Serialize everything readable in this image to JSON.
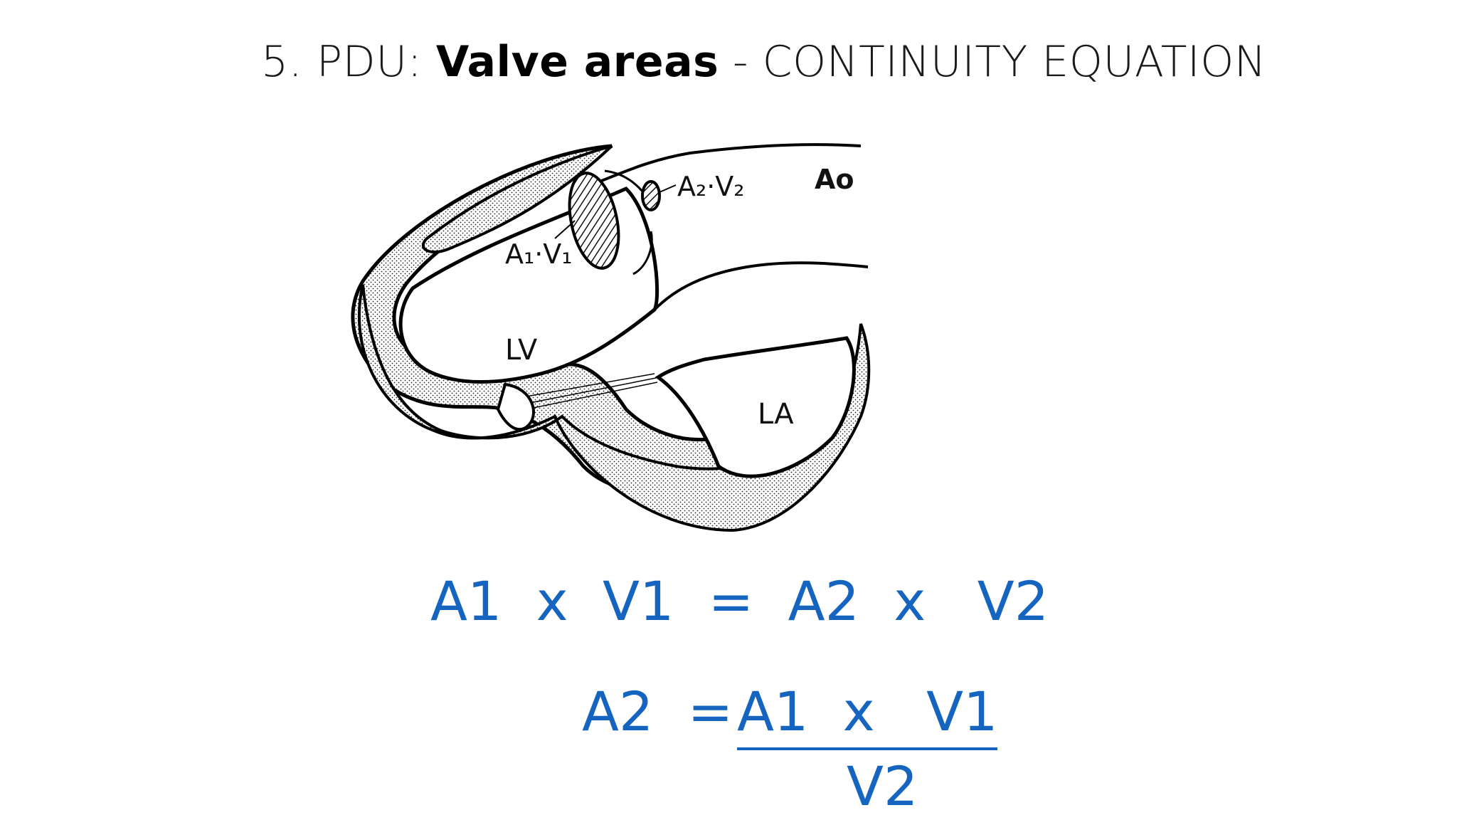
{
  "title": {
    "prefix": "5. PDU: ",
    "bold": "Valve areas",
    "suffix": " - CONTINUITY EQUATION"
  },
  "diagram": {
    "labels": {
      "lv": "LV",
      "la": "LA",
      "ao": "Ao",
      "a1v1": "A₁·V₁",
      "a2v2": "A₂·V₂"
    }
  },
  "equations": {
    "eq1": "A1  x  V1  =  A2  x   V2",
    "eq2_lhs": "A2  =",
    "eq2_numerator": "A1  x   V1",
    "eq2_denominator": "V2"
  },
  "colors": {
    "equation": "#1565c0",
    "title": "#1a1a1a"
  }
}
